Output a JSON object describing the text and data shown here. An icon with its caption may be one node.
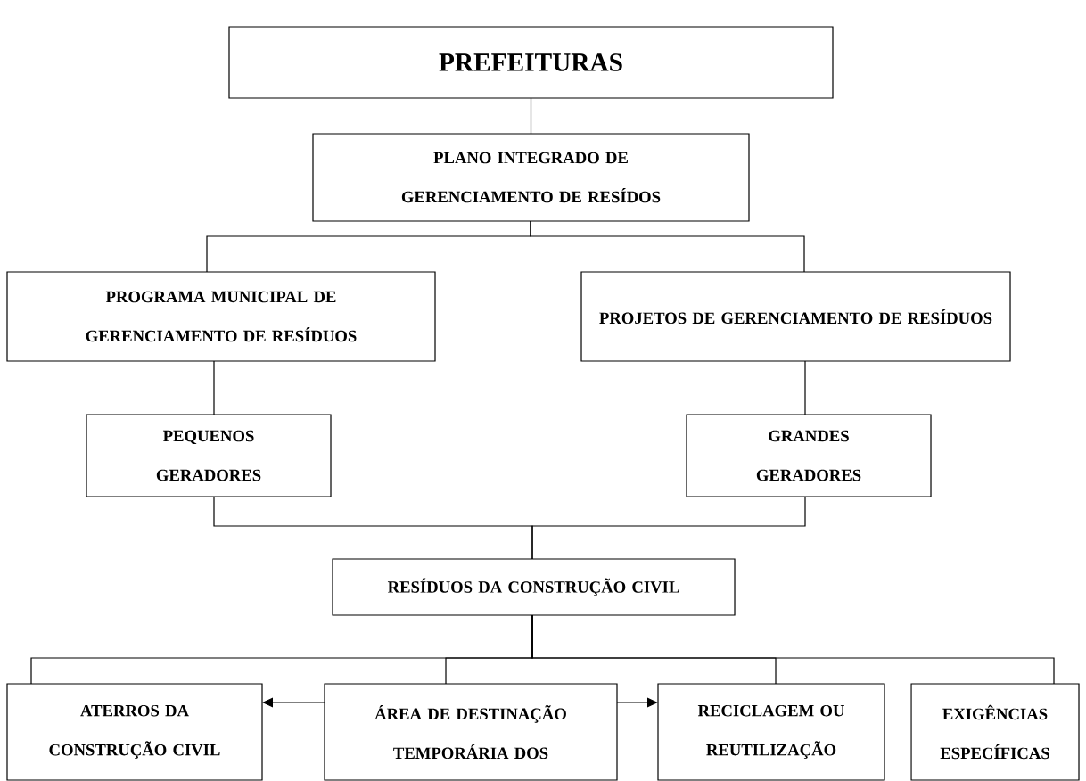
{
  "diagram": {
    "nodes": [
      {
        "text": [
          "PREFEITURAS"
        ]
      },
      {
        "text": [
          "PLANO INTEGRADO DE GERENCIAMENTO DE RESÍDOS"
        ]
      },
      {
        "text": [
          "PROGRAMA MUNICIPAL DE GERENCIAMENTO DE RESÍDUOS"
        ]
      },
      {
        "text": [
          "PROJETOS DE GERENCIAMENTO DE RESÍDUOS"
        ]
      },
      {
        "text": [
          "PEQUENOS GERADORES"
        ]
      },
      {
        "text": [
          "GRANDES GERADORES"
        ]
      },
      {
        "text": [
          "RESÍDUOS DA CONSTRUÇÃO CIVIL"
        ]
      },
      {
        "text": [
          "ATERROS DA CONSTRUÇÃO CIVIL"
        ]
      },
      {
        "text": [
          "ÁREA DE DESTINAÇÃO TEMPORÁRIA DOS"
        ]
      },
      {
        "text": [
          "RECICLAGEM OU REUTILIZAÇÃO"
        ]
      },
      {
        "text": [
          "EXIGÊNCIAS ESPECÍFICAS"
        ]
      }
    ],
    "edges": [
      {
        "from": 0,
        "to": 1,
        "arrow": "none"
      },
      {
        "from": 1,
        "to": 2,
        "arrow": "none"
      },
      {
        "from": 1,
        "to": 3,
        "arrow": "none"
      },
      {
        "from": 2,
        "to": 4,
        "arrow": "none"
      },
      {
        "from": 3,
        "to": 5,
        "arrow": "none"
      },
      {
        "from": 4,
        "to": 6,
        "arrow": "none"
      },
      {
        "from": 5,
        "to": 6,
        "arrow": "none"
      },
      {
        "from": 6,
        "to": 7,
        "arrow": "none"
      },
      {
        "from": 6,
        "to": 8,
        "arrow": "none"
      },
      {
        "from": 6,
        "to": 9,
        "arrow": "none"
      },
      {
        "from": 6,
        "to": 10,
        "arrow": "none"
      },
      {
        "from": 8,
        "to": 7,
        "arrow": "to"
      },
      {
        "from": 8,
        "to": 9,
        "arrow": "to"
      }
    ]
  }
}
